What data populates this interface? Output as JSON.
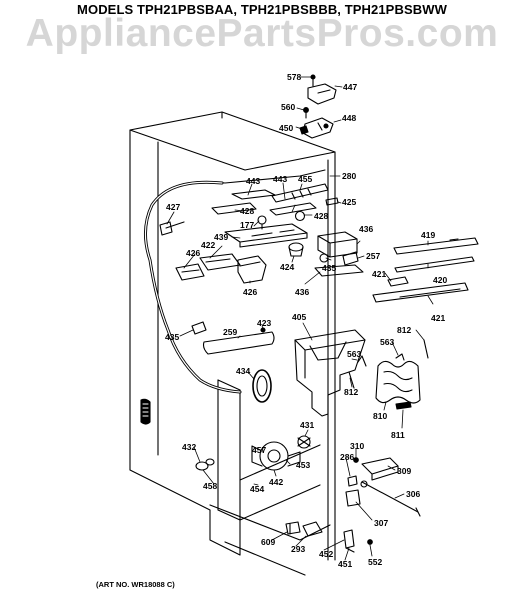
{
  "header": {
    "models": "MODELS TPH21PBSBAA, TPH21PBSBBB, TPH21PBSBWW",
    "watermark": "AppliancePartsPros.com"
  },
  "footer": {
    "art_no": "(ART NO. WR18088 C)"
  },
  "callouts": {
    "c578": "578",
    "c447": "447",
    "c560": "560",
    "c450": "450",
    "c448": "448",
    "c280": "280",
    "c443a": "443",
    "c443b": "443",
    "c455": "455",
    "c425": "425",
    "c427": "427",
    "c428a": "428",
    "c428b": "428",
    "c177": "177",
    "c436a": "436",
    "c439": "439",
    "c422": "422",
    "c426a": "426",
    "c424": "424",
    "c257": "257",
    "c419": "419",
    "c435a": "435",
    "c436b": "436",
    "c421a": "421",
    "c420": "420",
    "c426b": "426",
    "c421b": "421",
    "c405": "405",
    "c423": "423",
    "c259": "259",
    "c435b": "435",
    "c812a": "812",
    "c563a": "563",
    "c563b": "563",
    "c434": "434",
    "c812b": "812",
    "c810": "810",
    "c811": "811",
    "c431": "431",
    "c457": "457",
    "c432": "432",
    "c453": "453",
    "c310": "310",
    "c286": "286",
    "c309": "309",
    "c442": "442",
    "c458": "458",
    "c454": "454",
    "c306": "306",
    "c307": "307",
    "c609": "609",
    "c293": "293",
    "c452": "452",
    "c451": "451",
    "c552": "552"
  }
}
